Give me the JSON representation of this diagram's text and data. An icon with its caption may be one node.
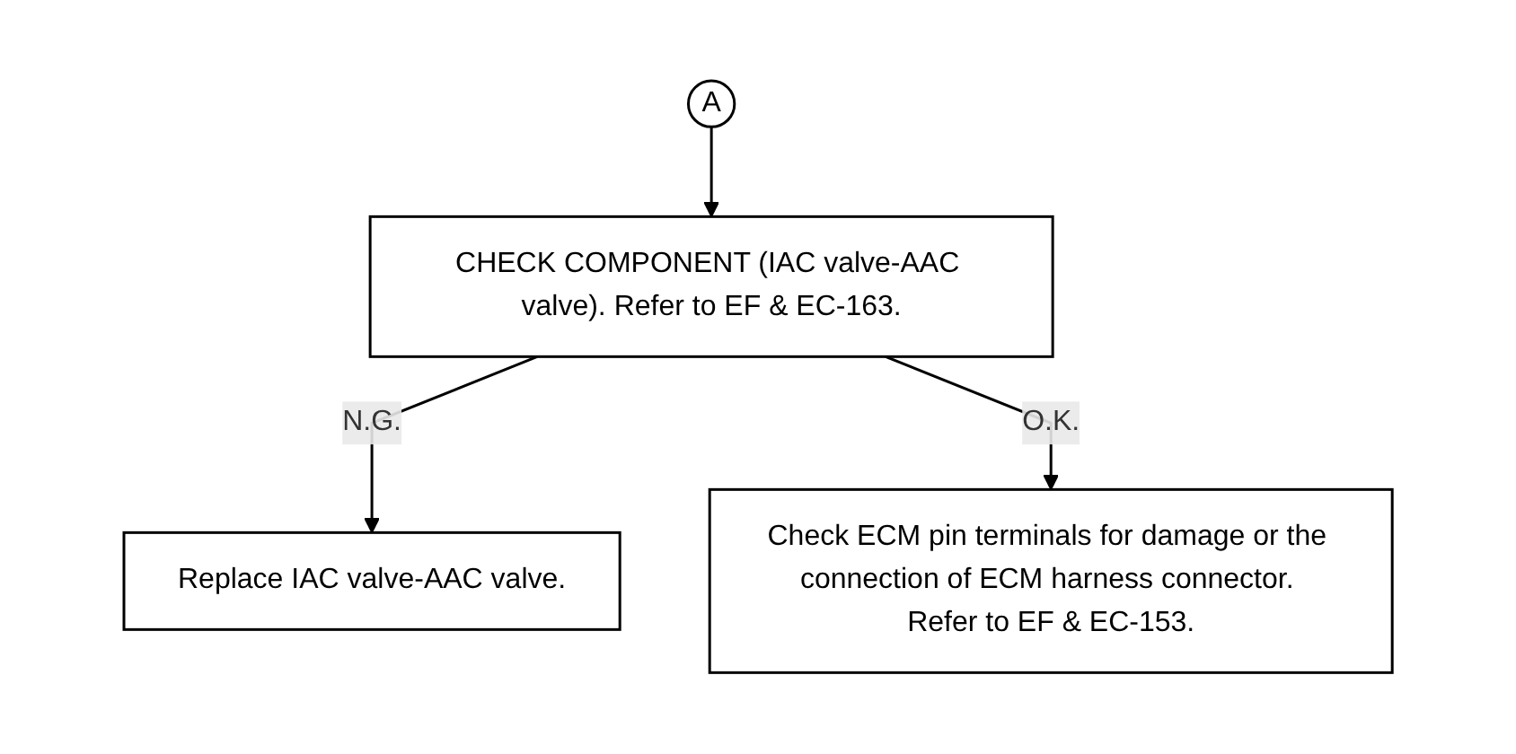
{
  "diagram": {
    "nodes": [
      {
        "text": [
          "A"
        ]
      },
      {
        "text": [
          "CHECK COMPONENT (IAC valve-AAC valve). Refer to EF & EC-163."
        ]
      },
      {
        "text": [
          "Replace IAC valve-AAC valve."
        ]
      },
      {
        "text": [
          "Check ECM pin terminals for damage or the connection of ECM harness connector. Refer to EF & EC-153."
        ]
      }
    ],
    "edges": [
      {
        "from": 0,
        "to": 1,
        "arrow": "to"
      },
      {
        "from": 1,
        "to": 2,
        "arrow": "to",
        "label": "N.G."
      },
      {
        "from": 1,
        "to": 3,
        "arrow": "to",
        "label": "O.K."
      }
    ]
  }
}
